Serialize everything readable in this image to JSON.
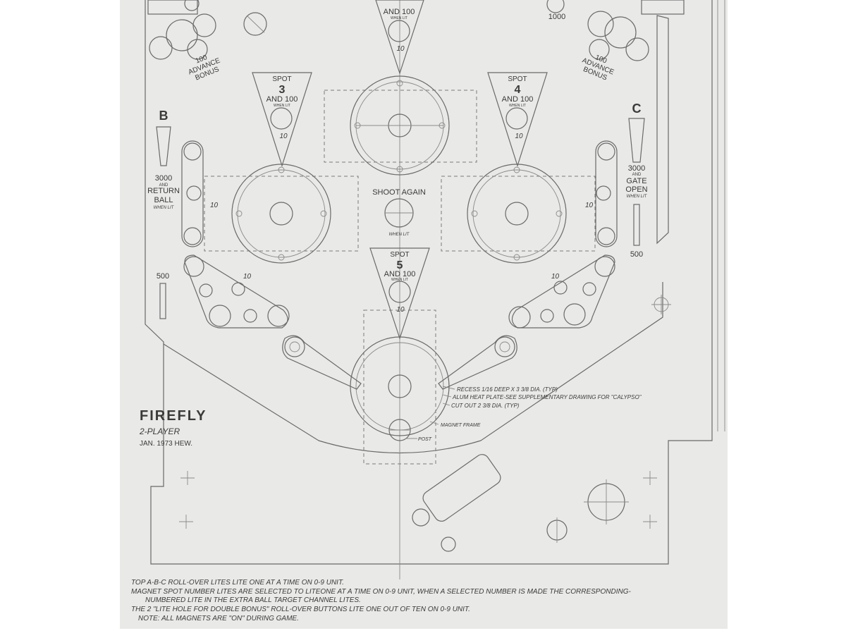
{
  "title": {
    "name": "FIREFLY",
    "players": "2-PLAYER",
    "date_author": "JAN. 1973  HEW."
  },
  "targets": {
    "spot2": {
      "line1": "AND 100",
      "line2": "WHEN LIT",
      "score": "10"
    },
    "spot3": {
      "spot": "SPOT",
      "num": "3",
      "line1": "AND 100",
      "line2": "WHEN LIT",
      "score": "10"
    },
    "spot4": {
      "spot": "SPOT",
      "num": "4",
      "line1": "AND 100",
      "line2": "WHEN LIT",
      "score": "10"
    },
    "spot5": {
      "spot": "SPOT",
      "num": "5",
      "line1": "AND 100",
      "line2": "WHEN LIT",
      "score": "10"
    }
  },
  "top_labels": {
    "score_1000": "1000",
    "advance_left": [
      "100",
      "ADVANCE",
      "BONUS"
    ],
    "advance_right": [
      "100",
      "ADVANCE",
      "BONUS"
    ]
  },
  "lane_b": {
    "letter": "B",
    "l1": "3000",
    "l2": "AND",
    "l3": "RETURN",
    "l4": "BALL",
    "l5": "WHEN LIT"
  },
  "lane_c": {
    "letter": "C",
    "l1": "3000",
    "l2": "AND",
    "l3": "GATE",
    "l4": "OPEN",
    "l5": "WHEN LIT"
  },
  "center": {
    "shoot_again": "SHOOT AGAIN",
    "when_lit": "WHEN LIT"
  },
  "small_scores": {
    "s500_left": "500",
    "s500_right": "500",
    "s10_a": "10",
    "s10_b": "10",
    "s10_c": "10",
    "s10_d": "10"
  },
  "callouts": [
    "RECESS 1/16 DEEP X 3 3/8 DIA. (TYP)",
    "ALUM HEAT PLATE-SEE SUPPLEMENTARY DRAWING FOR \"CALYPSO\"",
    "CUT OUT 2 3/8 DIA. (TYP)",
    "MAGNET FRAME",
    "POST"
  ],
  "notes": [
    "TOP A-B-C ROLL-OVER LITES LITE ONE AT A TIME ON 0-9 UNIT.",
    "MAGNET SPOT NUMBER LITES ARE SELECTED TO LITEONE AT A TIME ON 0-9 UNIT, WHEN A SELECTED NUMBER IS MADE THE CORRESPONDING-",
    "NUMBERED LITE IN THE EXTRA BALL TARGET CHANNEL LITES.",
    "THE 2 \"LITE HOLE FOR DOUBLE BONUS\" ROLL-OVER BUTTONS LITE ONE OUT OF TEN ON 0-9 UNIT.",
    "NOTE:  ALL MAGNETS ARE \"ON\" DURING GAME."
  ]
}
